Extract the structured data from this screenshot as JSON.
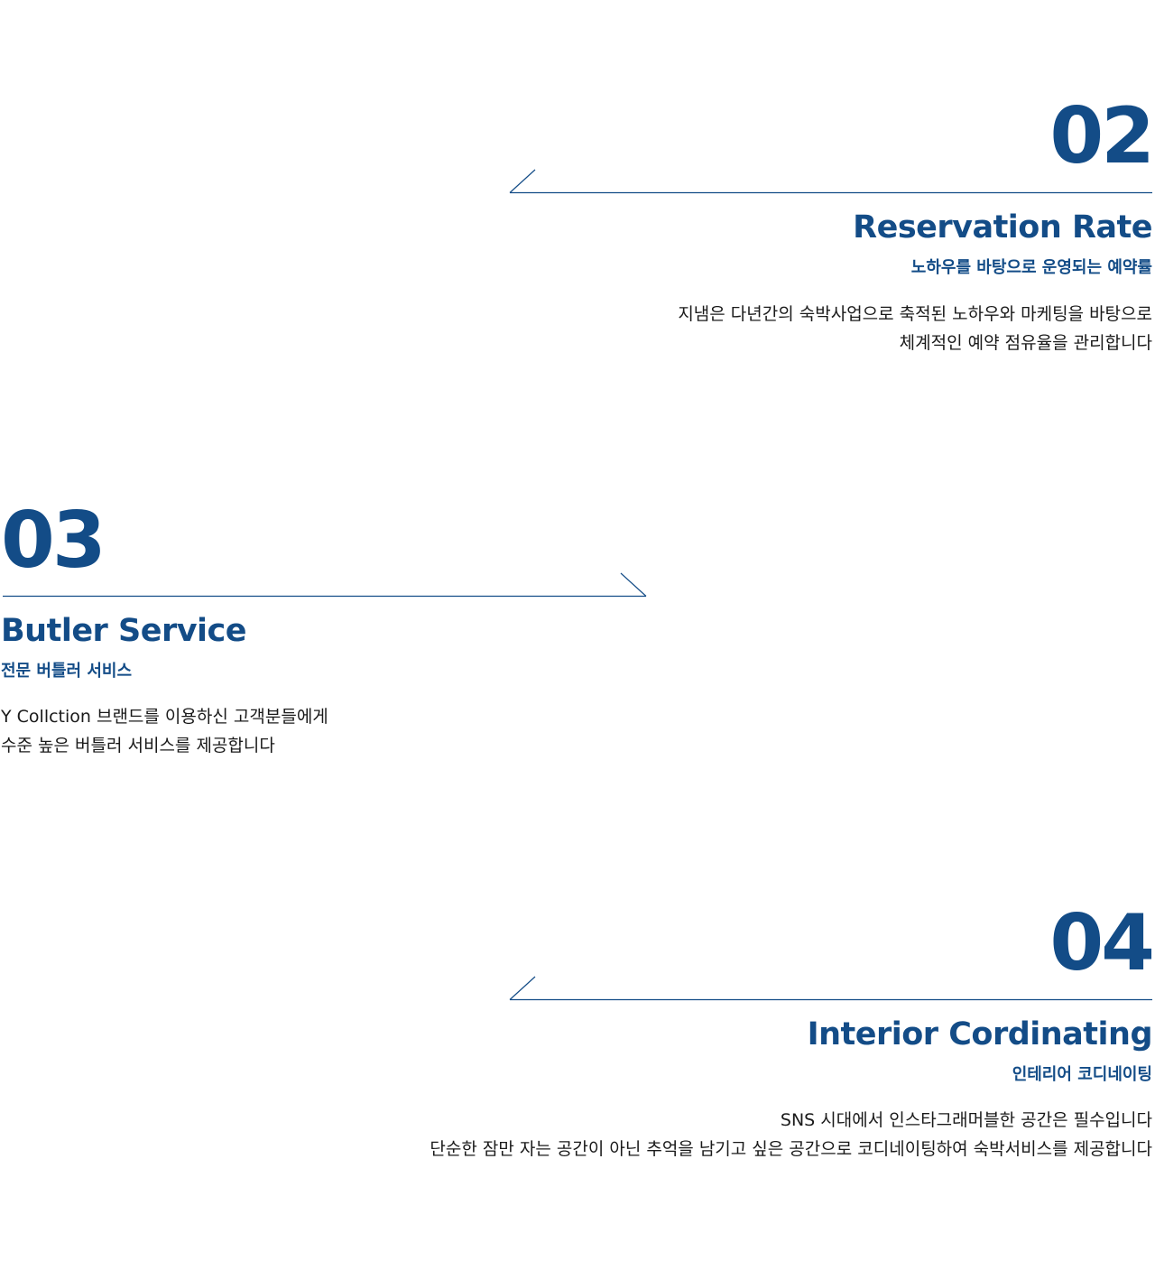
{
  "sections": [
    {
      "number": "02",
      "title": "Reservation Rate",
      "subtitle": "노하우를 바탕으로 운영되는 예약률",
      "description": [
        "지냄은 다년간의 숙박사업으로 축적된 노하우와 마케팅을 바탕으로",
        "체계적인 예약 점유율을 관리합니다"
      ]
    },
    {
      "number": "03",
      "title": "Butler Service",
      "subtitle": "전문 버틀러 서비스",
      "description": [
        "Y Collction 브랜드를 이용하신 고객분들에게",
        "수준 높은 버틀러 서비스를 제공합니다"
      ]
    },
    {
      "number": "04",
      "title": "Interior Cordinating",
      "subtitle": "인테리어 코디네이팅",
      "description": [
        "SNS 시대에서 인스타그래머블한 공간은 필수입니다",
        "단순한 잠만 자는 공간이 아닌 추억을 남기고 싶은 공간으로 코디네이팅하여 숙박서비스를 제공합니다"
      ]
    }
  ],
  "colors": {
    "accent": "#134c87",
    "text": "#1a1a1a",
    "background": "#ffffff"
  }
}
